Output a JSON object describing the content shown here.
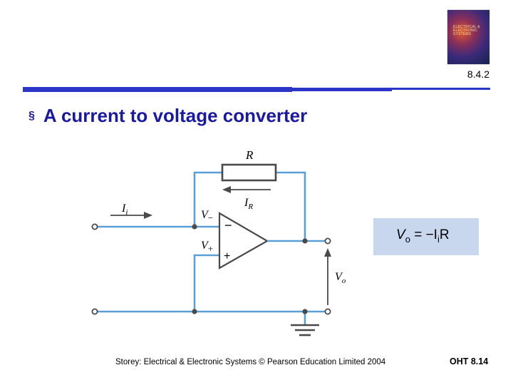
{
  "slide": {
    "section_number": "8.4.2",
    "bullet": "§",
    "title": "A current to voltage converter",
    "cover_text": "ELECTRICAL & ELECTRONIC SYSTEMS"
  },
  "circuit": {
    "label_R": "R",
    "label_IR": "I",
    "label_IR_sub": "R",
    "label_Ii": "I",
    "label_Ii_sub": "i",
    "label_Vminus": "V",
    "label_Vminus_sub": "−",
    "label_Vplus": "V",
    "label_Vplus_sub": "+",
    "opamp_minus": "−",
    "opamp_plus": "+",
    "label_Vo": "V",
    "label_Vo_sub": "o"
  },
  "equation": {
    "lhs": "V",
    "lhs_sub": "o",
    "rhs": " = −I",
    "rhs_sub": "i",
    "rhs_tail": "R"
  },
  "footer": {
    "credit": "Storey: Electrical & Electronic Systems © Pearson Education Limited 2004",
    "page_code": "OHT 8.14"
  },
  "colors": {
    "accent": "#2b35c8",
    "title": "#1a1aa0",
    "wire_blue": "#5aa0d8",
    "wire_gray": "#4a4a4a",
    "equation_bg": "#c9d7ee"
  }
}
